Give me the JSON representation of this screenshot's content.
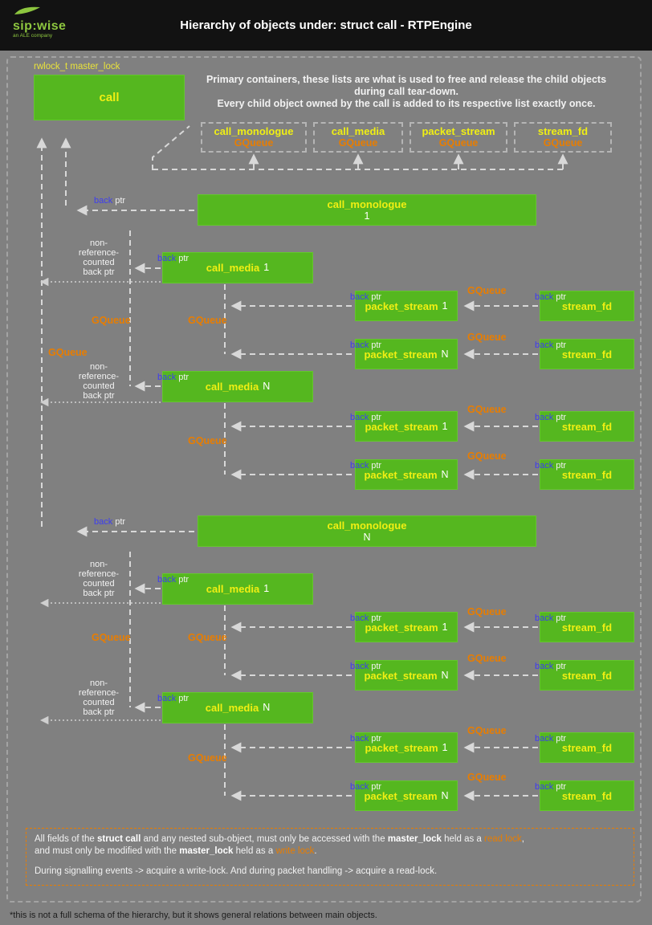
{
  "header": {
    "brand": "sip:wise",
    "brand_tagline": "an ALE company",
    "title": "Hierarchy of objects under: struct call - RTPEngine"
  },
  "diagram": {
    "master_lock_label": "rwlock_t master_lock",
    "intro_line1": "Primary containers, these lists are what is used to free and release the child objects during call tear-down.",
    "intro_line2": "Every child object owned by the call is added to its respective list exactly once.",
    "containers": [
      {
        "name": "call_monologue",
        "type": "GQueue"
      },
      {
        "name": "call_media",
        "type": "GQueue"
      },
      {
        "name": "packet_stream",
        "type": "GQueue"
      },
      {
        "name": "stream_fd",
        "type": "GQueue"
      }
    ],
    "labels": {
      "back": "back",
      "ptr": "ptr",
      "gqueue": "GQueue",
      "non_ref": [
        "non-",
        "reference-",
        "counted",
        "back ptr"
      ]
    },
    "nodes": {
      "call": "call",
      "stream_fd": "stream_fd",
      "mono1": {
        "name": "call_monologue",
        "idx": "1"
      },
      "monoN": {
        "name": "call_monologue",
        "idx": "N"
      },
      "g1m1": {
        "name": "call_media",
        "idx": "1"
      },
      "g1mN": {
        "name": "call_media",
        "idx": "N"
      },
      "g1p1": {
        "name": "packet_stream",
        "idx": "1"
      },
      "g1p2": {
        "name": "packet_stream",
        "idx": "N"
      },
      "g1p3": {
        "name": "packet_stream",
        "idx": "1"
      },
      "g1p4": {
        "name": "packet_stream",
        "idx": "N"
      },
      "g2m1": {
        "name": "call_media",
        "idx": "1"
      },
      "g2mN": {
        "name": "call_media",
        "idx": "N"
      },
      "g2p1": {
        "name": "packet_stream",
        "idx": "1"
      },
      "g2p2": {
        "name": "packet_stream",
        "idx": "N"
      },
      "g2p3": {
        "name": "packet_stream",
        "idx": "1"
      },
      "g2p4": {
        "name": "packet_stream",
        "idx": "N"
      }
    }
  },
  "note": {
    "seg1": "All fields of the ",
    "struct_call": "struct call",
    "seg2": " and any nested sub-object, must only be accessed with the ",
    "master_lock": "master_lock",
    "seg3": " held as a ",
    "read_lock": "read lock",
    "comma": ",",
    "seg4": "and must only be modified with the ",
    "seg5": " held as a ",
    "write_lock": "write lock",
    "period": ".",
    "line3": "During signalling events -> acquire a write-lock. And during packet handling -> acquire a read-lock."
  },
  "footnote": "*this is not a full schema of the hierarchy, but it shows general relations between main objects.",
  "colors": {
    "node_green": "#55b71f",
    "label_yellow": "#f0ef13",
    "gqueue_orange": "#e87d00",
    "back_ptr_blue": "#3d3df0",
    "background_gray": "#808080",
    "header_bar": "#121212"
  }
}
